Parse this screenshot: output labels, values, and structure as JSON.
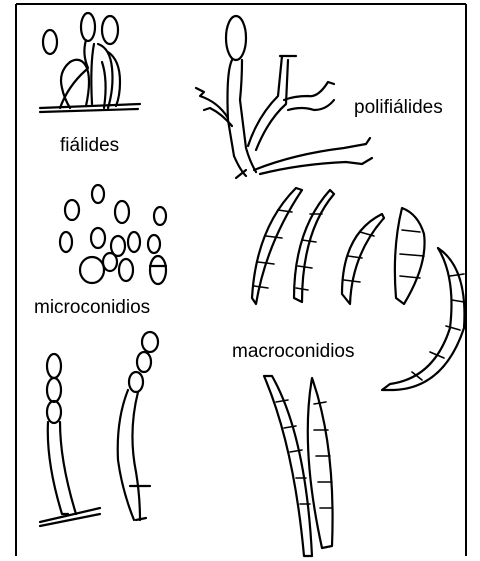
{
  "labels": {
    "fialides": "fiálides",
    "polifialides": "polifiálides",
    "microconidios": "microconidios",
    "macroconidios": "macroconidios"
  },
  "colors": {
    "ink": "#000000",
    "background": "#ffffff"
  }
}
